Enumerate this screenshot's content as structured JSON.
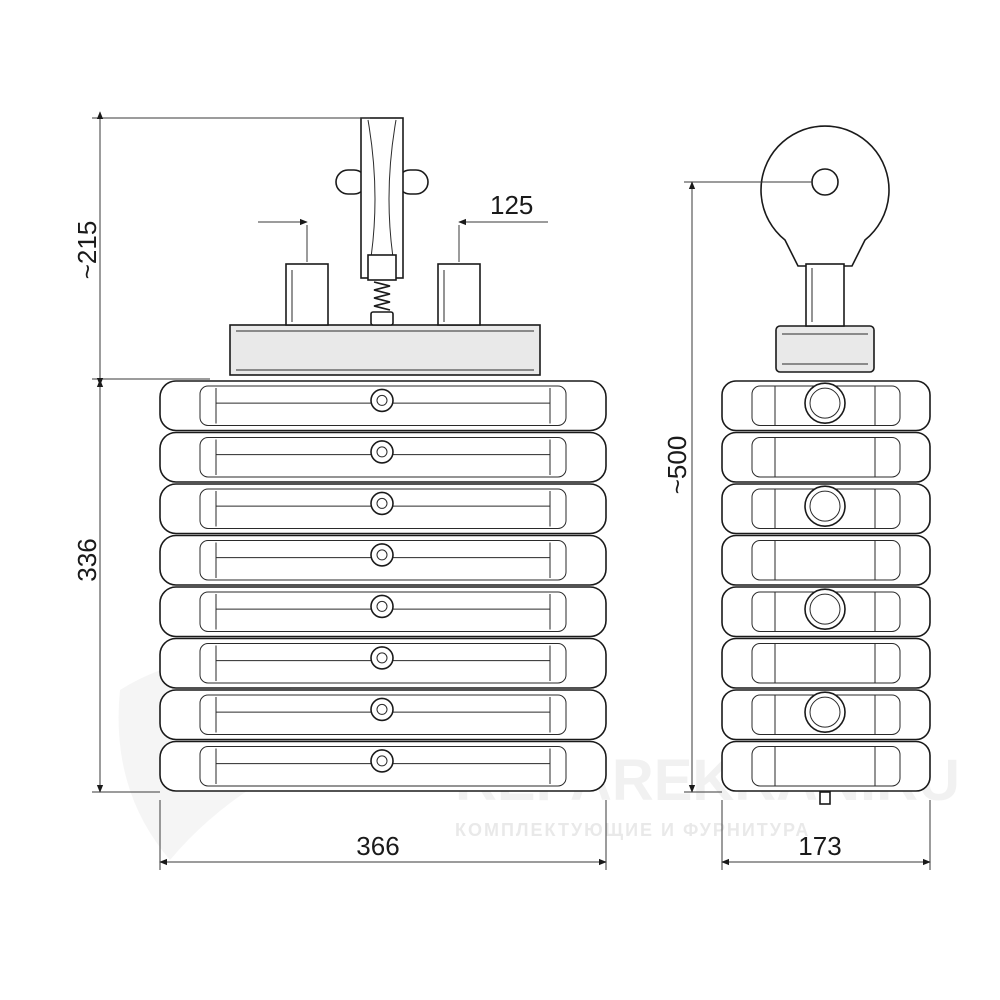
{
  "dimensions": {
    "top_height": "~215",
    "stack_height": "336",
    "stack_width": "366",
    "pin_spacing": "125",
    "overall_height": "~500",
    "depth": "173"
  },
  "watermark": {
    "brand": "REPAREKRAN.RU",
    "tagline": "КОМПЛЕКТУЮЩИЕ И ФУРНИТУРА"
  },
  "plates": {
    "count": 8
  },
  "colors": {
    "line": "#1a1a1a",
    "fill": "#e9e9e9"
  },
  "icons": [
    "pulley-icon",
    "weight-plate-icon",
    "arrowhead-icon"
  ]
}
